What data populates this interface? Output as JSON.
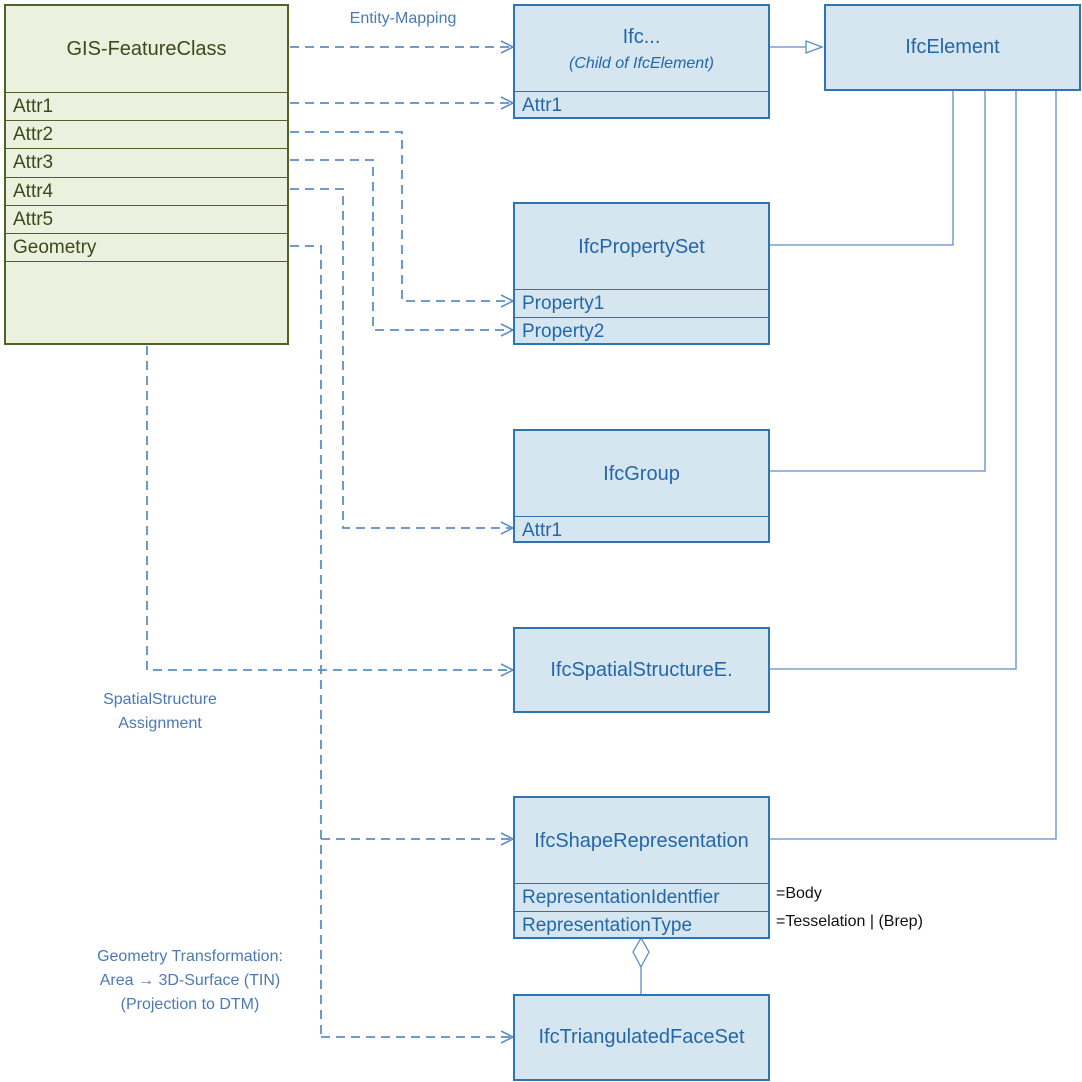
{
  "gis_class": {
    "title": "GIS-FeatureClass",
    "attributes": [
      "Attr1",
      "Attr2",
      "Attr3",
      "Attr4",
      "Attr5",
      "Geometry"
    ]
  },
  "ifc_child": {
    "title": "Ifc...",
    "subtitle": "(Child of IfcElement)",
    "attr": "Attr1"
  },
  "ifc_element": {
    "title": "IfcElement"
  },
  "ifc_property_set": {
    "title": "IfcPropertySet",
    "properties": [
      "Property1",
      "Property2"
    ]
  },
  "ifc_group": {
    "title": "IfcGroup",
    "attr": "Attr1"
  },
  "ifc_spatial": {
    "title": "IfcSpatialStructureE."
  },
  "ifc_shape": {
    "title": "IfcShapeRepresentation",
    "attrs": [
      "RepresentationIdentfier",
      "RepresentationType"
    ],
    "values": [
      "=Body",
      "=Tesselation | (Brep)"
    ]
  },
  "ifc_tri": {
    "title": "IfcTriangulatedFaceSet"
  },
  "labels": {
    "entity_mapping": "Entity-Mapping",
    "spatial_line1": "SpatialStructure",
    "spatial_line2": "Assignment",
    "geom_line1": "Geometry Transformation:",
    "geom_line2": "Area → 3D-Surface (TIN)",
    "geom_line3": "(Projection to DTM)"
  },
  "colors": {
    "gis_fill": "#ebf1de",
    "gis_stroke": "#4f6228",
    "ifc_fill": "#d6e6f0",
    "ifc_stroke": "#2e75b6",
    "connector": "#5b8fc7"
  }
}
